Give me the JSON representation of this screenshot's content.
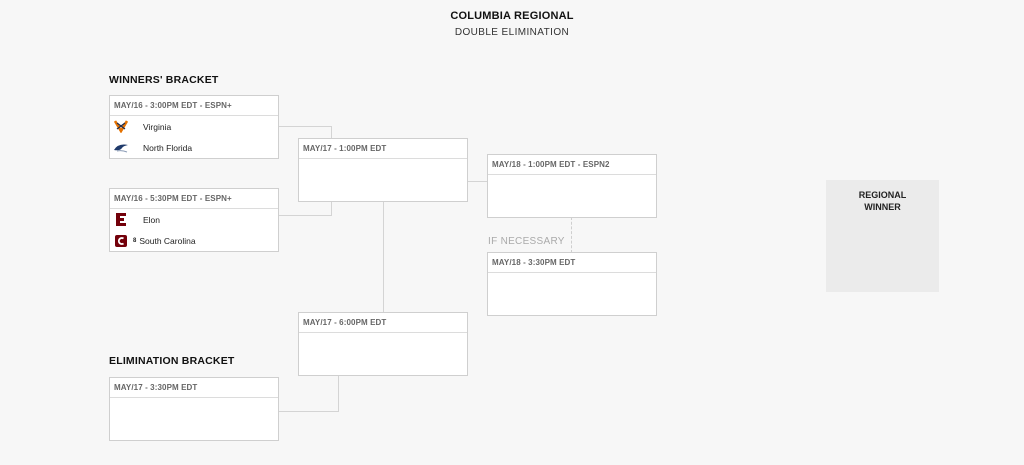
{
  "header": {
    "title": "COLUMBIA REGIONAL",
    "subtitle": "DOUBLE ELIMINATION"
  },
  "winners_bracket": {
    "label": "WINNERS' BRACKET",
    "games": [
      {
        "time": "MAY/16 - 3:00PM EDT - ESPN+",
        "teams": [
          {
            "name": "Virginia",
            "seed": "",
            "logo": "virginia-logo-icon"
          },
          {
            "name": "North Florida",
            "seed": "",
            "logo": "north-florida-logo-icon"
          }
        ]
      },
      {
        "time": "MAY/16 - 5:30PM EDT - ESPN+",
        "teams": [
          {
            "name": "Elon",
            "seed": "",
            "logo": "elon-logo-icon"
          },
          {
            "name": "South Carolina",
            "seed": "8",
            "logo": "south-carolina-logo-icon"
          }
        ]
      },
      {
        "time": "MAY/17 - 1:00PM EDT"
      },
      {
        "time": "MAY/18 - 1:00PM EDT - ESPN2"
      },
      {
        "time": "MAY/18 - 3:30PM EDT"
      }
    ],
    "if_necessary": "IF NECESSARY"
  },
  "elimination_bracket": {
    "label": "ELIMINATION BRACKET",
    "games": [
      {
        "time": "MAY/17 - 3:30PM EDT"
      },
      {
        "time": "MAY/17 - 6:00PM EDT"
      }
    ]
  },
  "regional_winner": {
    "line1": "REGIONAL",
    "line2": "WINNER"
  },
  "colors": {
    "background": "#f7f7f7",
    "box_border": "#cfcfcf",
    "virginia_orange": "#e57200",
    "virginia_navy": "#232d4b",
    "north_florida_blue": "#1f3a6b",
    "elon_maroon": "#73000a",
    "south_carolina_garnet": "#73000a"
  }
}
